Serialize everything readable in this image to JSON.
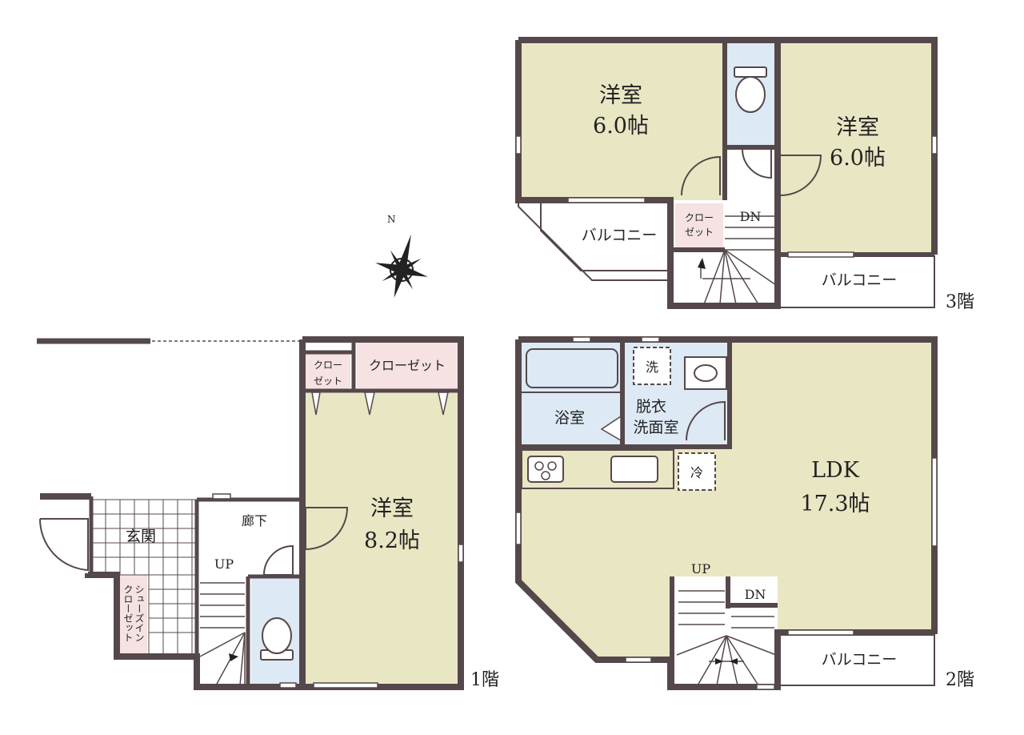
{
  "compass": {
    "north_label": "N"
  },
  "floors": {
    "f3": {
      "floor_label": "3階",
      "room_west": {
        "name": "洋室",
        "size": "6.0帖"
      },
      "room_east": {
        "name": "洋室",
        "size": "6.0帖"
      },
      "closet": {
        "line1": "クロー",
        "line2": "ゼット"
      },
      "balcony_west": "バルコニー",
      "balcony_east": "バルコニー",
      "stairs_dn": "DN"
    },
    "f2": {
      "floor_label": "2階",
      "ldk": {
        "name": "LDK",
        "size": "17.3帖"
      },
      "bath": "浴室",
      "washroom": {
        "line1": "脱衣",
        "line2": "洗面室"
      },
      "washer_mark": "洗",
      "fridge_mark": "冷",
      "balcony": "バルコニー",
      "stairs_up": "UP",
      "stairs_dn": "DN"
    },
    "f1": {
      "floor_label": "1階",
      "room": {
        "name": "洋室",
        "size": "8.2帖"
      },
      "entrance": "玄関",
      "hallway": "廊下",
      "closet_small": {
        "line1": "クロー",
        "line2": "ゼット"
      },
      "closet_large": "クローゼット",
      "shoes_closet": {
        "line1": "シューズイン",
        "line2": "クローゼット"
      },
      "stairs_up": "UP"
    }
  },
  "colors": {
    "wall": "#55484a",
    "room_fill": "#e9e6c4",
    "wet_fill": "#dde9f5",
    "closet_fill": "#f6e2e2"
  }
}
